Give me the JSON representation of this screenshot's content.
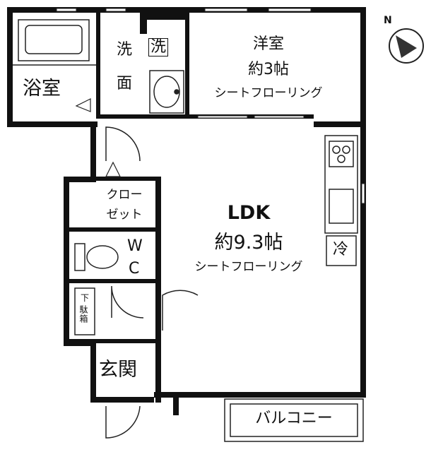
{
  "compass": {
    "label": "N"
  },
  "rooms": {
    "bath": {
      "name": "浴室"
    },
    "washroom": {
      "name_line1": "洗",
      "name_line2": "面",
      "washer_mark": "洗"
    },
    "western": {
      "name": "洋室",
      "size": "約3帖",
      "floor": "シートフローリング"
    },
    "ldk": {
      "name": "LDK",
      "size": "約9.3帖",
      "floor": "シートフローリング"
    },
    "closet": {
      "line1": "クロー",
      "line2": "ゼット"
    },
    "wc": {
      "line1": "W",
      "line2": "C"
    },
    "shoe_box": {
      "line1": "下",
      "line2": "駄箱"
    },
    "entrance": {
      "name": "玄関"
    },
    "balcony": {
      "name": "バルコニー"
    },
    "fridge": {
      "mark": "冷"
    }
  },
  "colors": {
    "wall": "#111111",
    "line": "#222222",
    "background": "#ffffff",
    "compass_fill": "#333333"
  }
}
